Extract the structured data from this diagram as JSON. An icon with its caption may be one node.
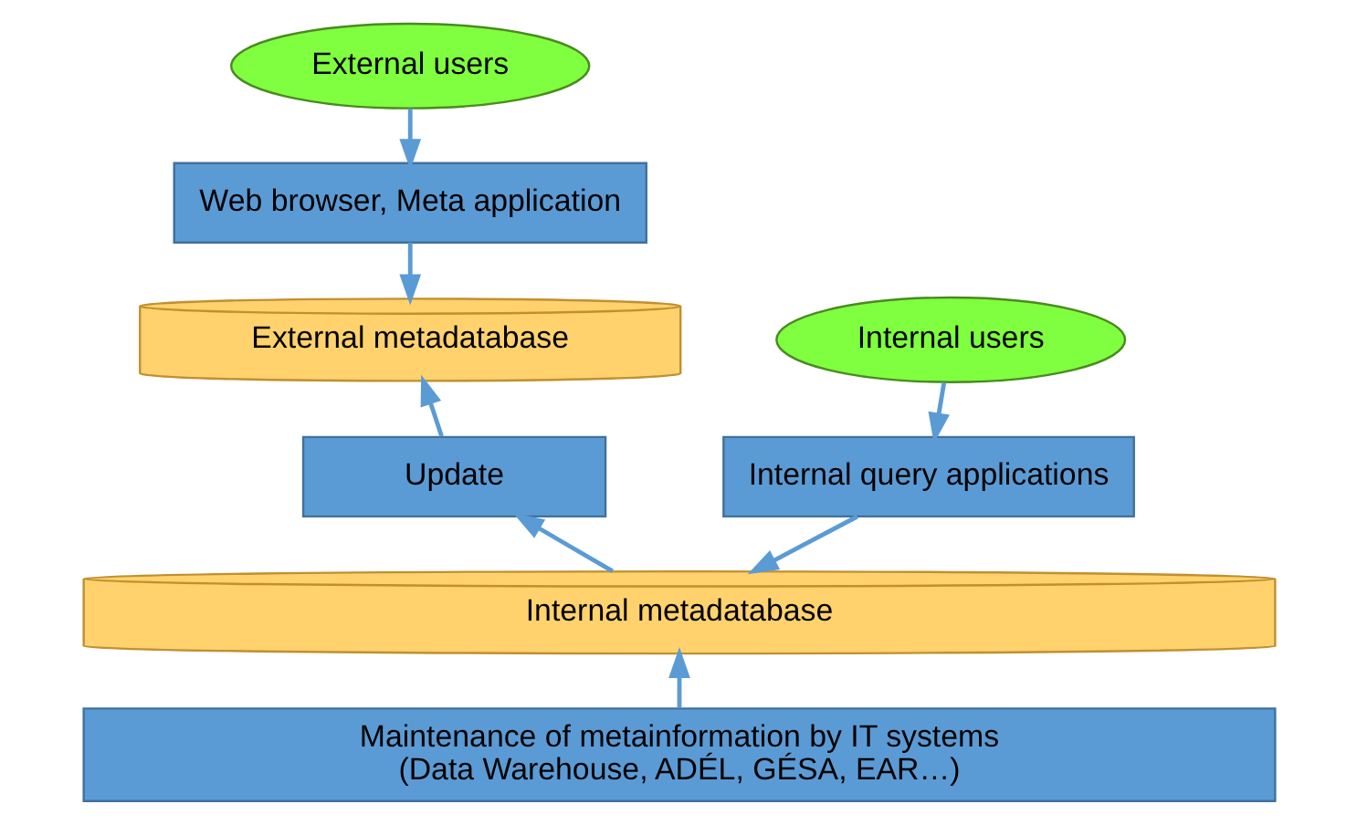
{
  "diagram": {
    "nodes": [
      {
        "text": [
          "External users"
        ]
      },
      {
        "text": [
          "Web browser, Meta application"
        ]
      },
      {
        "text": [
          "External metadatabase"
        ]
      },
      {
        "text": [
          "Internal users"
        ]
      },
      {
        "text": [
          "Internal query applications"
        ]
      },
      {
        "text": [
          "Update"
        ]
      },
      {
        "text": [
          "Internal metadatabase"
        ]
      },
      {
        "text": [
          "Maintenance of metainformation by IT systems",
          "(Data Warehouse, ADÉL, GÉSA, EAR…)"
        ]
      }
    ],
    "edges": [
      {
        "from": 0,
        "to": 1,
        "arrow": "to"
      },
      {
        "from": 1,
        "to": 2,
        "arrow": "to"
      },
      {
        "from": 3,
        "to": 4,
        "arrow": "to"
      },
      {
        "from": 4,
        "to": 6,
        "arrow": "to"
      },
      {
        "from": 6,
        "to": 5,
        "arrow": "to"
      },
      {
        "from": 5,
        "to": 2,
        "arrow": "to"
      },
      {
        "from": 7,
        "to": 6,
        "arrow": "to"
      }
    ]
  }
}
